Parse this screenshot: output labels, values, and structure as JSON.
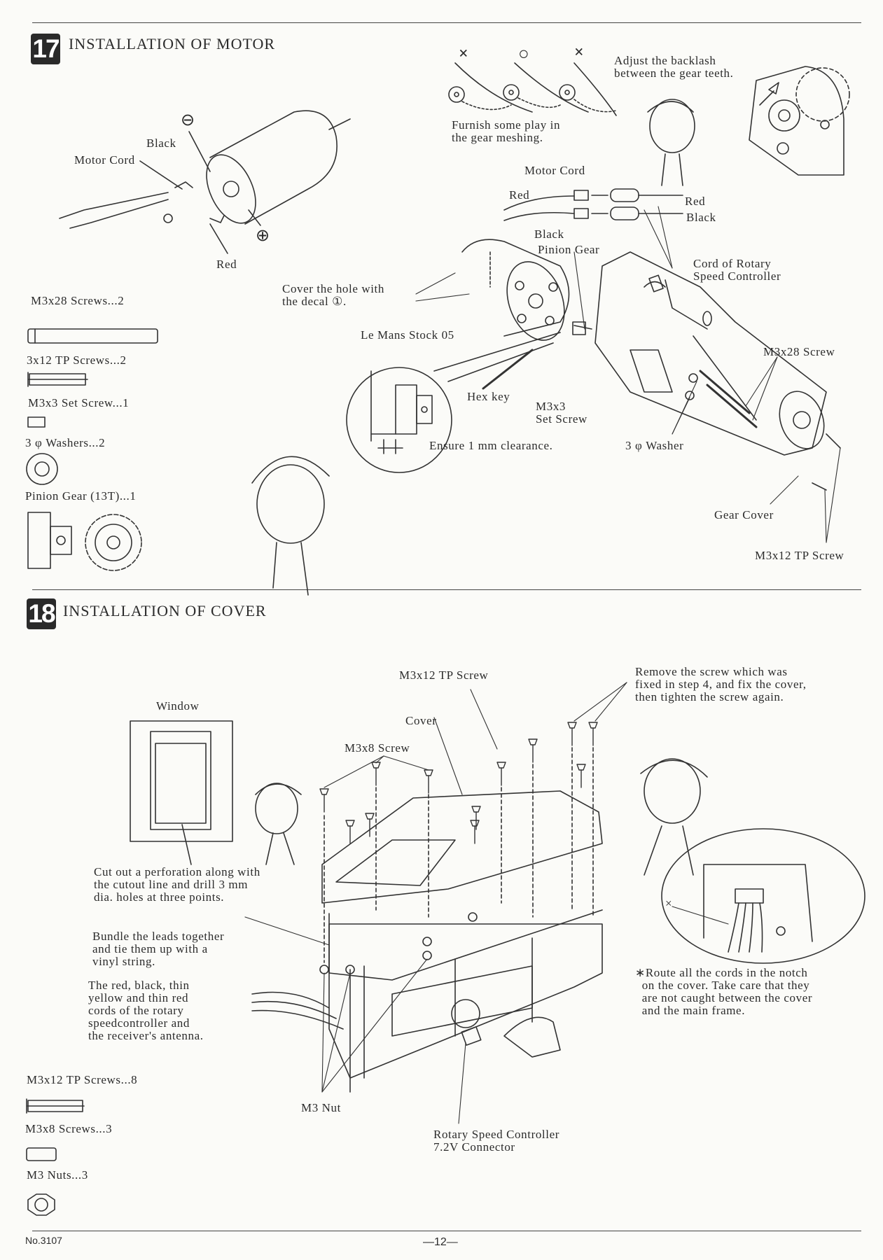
{
  "step17": {
    "number": "17",
    "title": "INSTALLATION OF MOTOR",
    "gear_marks": [
      "×",
      "○",
      "×"
    ],
    "labels": {
      "adjust": "Adjust the backlash\nbetween the gear teeth.",
      "furnish": "Furnish some play in\nthe gear meshing.",
      "black_top": "Black",
      "motor_cord_left": "Motor Cord",
      "minus": "⊖",
      "plus": "⊕",
      "red_left": "Red",
      "motor_cord_right": "Motor Cord",
      "red_mid": "Red",
      "red_right": "Red",
      "black_right": "Black",
      "black_mid": "Black",
      "pinion_gear": "Pinion Gear",
      "cord_rotary": "Cord of Rotary\nSpeed Controller",
      "cover_hole": "Cover the hole with\nthe decal ①.",
      "le_mans": "Le Mans Stock 05",
      "m3x28_screw": "M3x28 Screw",
      "hex_key": "Hex key",
      "m3x3_set": "M3x3\nSet Screw",
      "ensure": "Ensure 1 mm clearance.",
      "washer": "3 φ Washer",
      "gear_cover": "Gear Cover",
      "m3x12_tp": "M3x12 TP Screw"
    },
    "parts": [
      {
        "name": "M3x28 Screws...2"
      },
      {
        "name": "3x12 TP Screws...2"
      },
      {
        "name": "M3x3 Set Screw...1"
      },
      {
        "name": "3 φ Washers...2"
      },
      {
        "name": "Pinion Gear (13T)...1"
      }
    ]
  },
  "step18": {
    "number": "18",
    "title": "INSTALLATION OF COVER",
    "labels": {
      "window": "Window",
      "cutout": "Cut out a perforation along with\nthe cutout line and drill 3 mm\ndia. holes at three points.",
      "bundle": "Bundle the leads together\nand tie them up with a\nvinyl string.",
      "cords": "The red, black, thin\nyellow and thin red\ncords of the rotary\nspeedcontroller and\nthe receiver's antenna.",
      "m3x12_tp": "M3x12 TP Screw",
      "cover": "Cover",
      "m3x8": "M3x8 Screw",
      "remove": "Remove the screw which was\nfixed in step 4, and fix the cover,\nthen tighten the screw again.",
      "route": "∗Route all the cords in the notch\n  on the cover. Take care that they\n  are not caught between the cover\n  and the main frame.",
      "m3_nut": "M3 Nut",
      "rotary": "Rotary Speed Controller\n7.2V Connector",
      "x_mark": "×"
    },
    "parts": [
      {
        "name": "M3x12 TP Screws...8"
      },
      {
        "name": "M3x8 Screws...3"
      },
      {
        "name": "M3 Nuts...3"
      }
    ]
  },
  "footer": {
    "doc_no": "No.3107",
    "page": "—12—"
  },
  "colors": {
    "ink": "#2b2b2b",
    "paper": "#fbfbf8",
    "badge": "#2a2a2a"
  }
}
